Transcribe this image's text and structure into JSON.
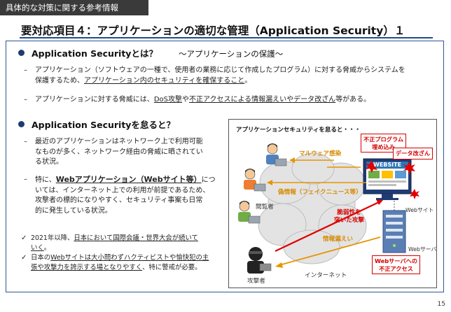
{
  "header": {
    "tag": "具体的な対策に関する参考情報",
    "title": "要対応項目４：アプリケーションの適切な管理（Application Security）１"
  },
  "section1": {
    "heading": "Application Securityとは？",
    "subheading": "～アプリケーションの保護～",
    "p1_line1": "アプリケーション（ソフトウェアの一種で、使用者の業務に応じて作成したプログラム）に対する脅威からシステムを",
    "p1_line2a": "保護するため、",
    "p1_line2u": "アプリケーション内のセキュリティを確保すること",
    "p1_line2b": "。",
    "p2_a": "アプリケーションに対する脅威には、",
    "p2_u1": "DoS攻撃",
    "p2_b": "や",
    "p2_u2": "不正アクセスによる情報漏えいやデータ改ざん",
    "p2_c": "等がある。"
  },
  "section2": {
    "heading": "Application Securityを怠ると？",
    "p1_line1": "最近のアプリケーションはネットワーク上で利用可能",
    "p1_line2": "なものが多く、ネットワーク経由の脅威に晒されてい",
    "p1_line3": "る状況。",
    "p2_line1a": "特に、",
    "p2_line1u": "Webアプリケーション（Webサイト等）",
    "p2_line1b": "につ",
    "p2_line2": "いては、インターネット上での利用が前提であるため、",
    "p2_line3": "攻撃者の標的になりやすく、セキュリティ事案も日常",
    "p2_line4": "的に発生している状況。"
  },
  "notes": {
    "n1_a": "2021年以降、",
    "n1_u": "日本において国際会議・世界大会が続いて",
    "n1_line2u": "いく",
    "n1_line2b": "。",
    "n2_a": "日本の",
    "n2_u": "Webサイトは大小問わずハクティビストや愉快犯の主",
    "n2_line2u": "張や攻撃力を誇示する場となりやすく",
    "n2_line2b": "、特に警戒が必要。"
  },
  "diagram": {
    "title": "アプリケーションセキュリティを怠ると・・・",
    "malware": "マルウェア感染",
    "fake_info": "偽情報（フェイクニュース等）",
    "viewer": "閲覧者",
    "internet": "インターネット",
    "attacker": "攻撃者",
    "vuln_line1": "脆弱性を",
    "vuln_line2": "突いた攻撃",
    "leak": "情報漏えい",
    "bad_prog_line1": "不正プログラム",
    "bad_prog_line2": "埋め込み",
    "tamper": "データ改ざん",
    "website_banner": "WEBSITE",
    "website_label": "Webサイト",
    "server_label": "Webサーバ",
    "unauth_line1": "Webサーバへの",
    "unauth_line2": "不正アクセス"
  },
  "page_number": "15"
}
